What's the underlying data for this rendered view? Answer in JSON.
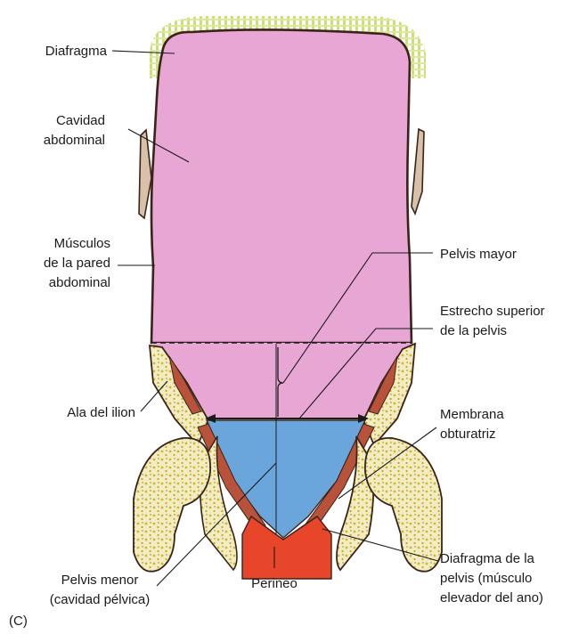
{
  "figure": {
    "panel_label": "(C)",
    "colors": {
      "abdominal_cavity": "#e8a6d4",
      "pelvis_minor": "#6aa6dc",
      "perineum": "#e8462a",
      "muscle": "#b8523a",
      "bone": "#f1ecc2",
      "bone_dots": "#d4b628",
      "diaphragm_hatch": "#c6da6a",
      "outline": "#3a2418"
    },
    "labels": {
      "diafragma": "Diafragma",
      "cavidad_1": "Cavidad",
      "cavidad_2": "abdominal",
      "musculos_1": "Músculos",
      "musculos_2": "de la pared",
      "musculos_3": "abdominal",
      "ala_ilion": "Ala del ilion",
      "pelvis_menor_1": "Pelvis menor",
      "pelvis_menor_2": "(cavidad pélvica)",
      "perineo": "Perineo",
      "pelvis_mayor": "Pelvis mayor",
      "estrecho_1": "Estrecho superior",
      "estrecho_2": "de la pelvis",
      "membrana_1": "Membrana",
      "membrana_2": "obturatriz",
      "diafragma_pelvis_1": "Diafragma de la",
      "diafragma_pelvis_2": "pelvis (músculo",
      "diafragma_pelvis_3": "elevador del ano)"
    }
  }
}
